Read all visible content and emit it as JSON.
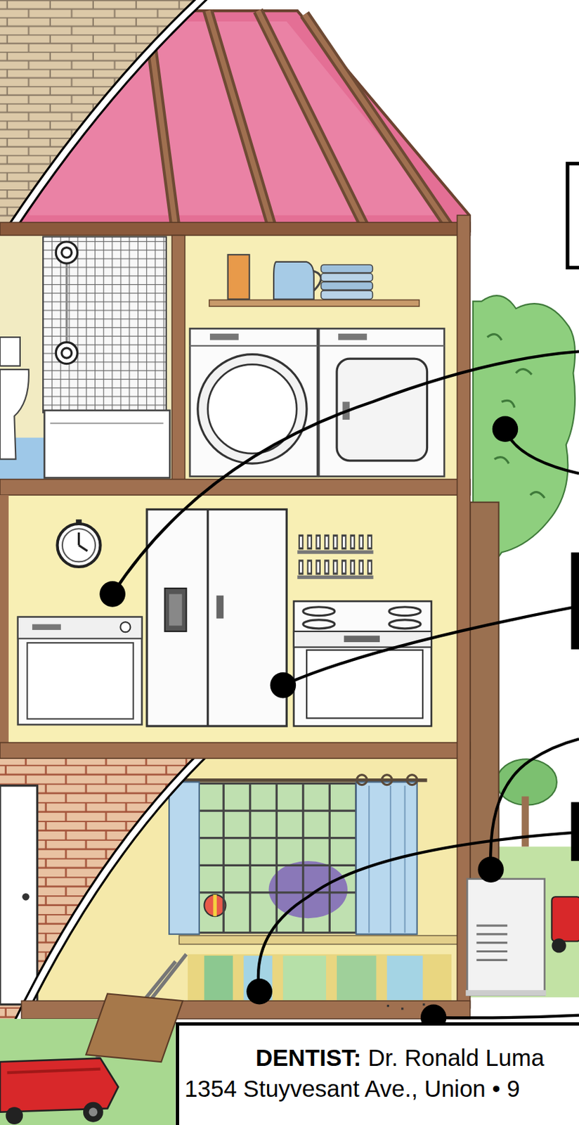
{
  "diagram": {
    "nodes": [
      {
        "text": [
          "DENTIST:",
          "Dr. Ronald Luma",
          "1354 Stuyvesant Ave., Union • 9"
        ]
      }
    ]
  }
}
